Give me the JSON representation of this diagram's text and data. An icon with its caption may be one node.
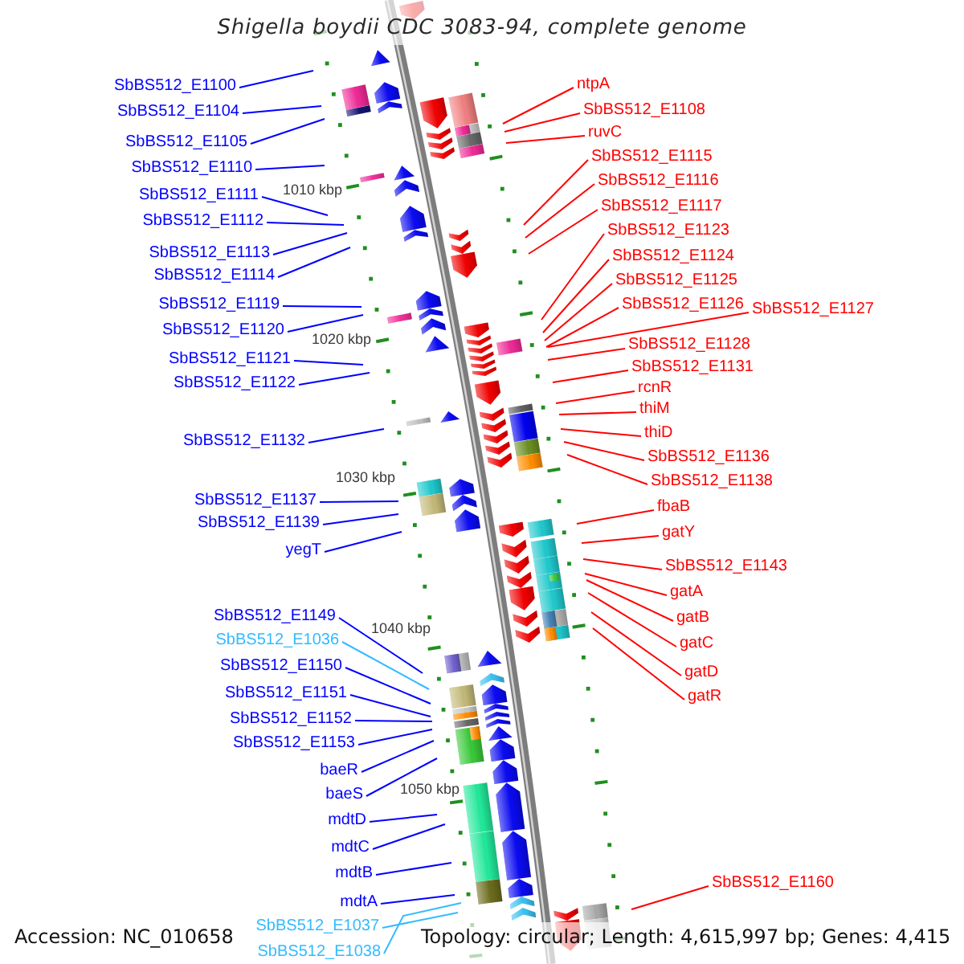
{
  "diagram": {
    "title": "Shigella boydii CDC 3083-94, complete genome",
    "nodes": [
      {
        "text": [
          "SbBS512_E1100"
        ]
      },
      {
        "text": [
          "SbBS512_E1104"
        ]
      },
      {
        "text": [
          "SbBS512_E1105"
        ]
      },
      {
        "text": [
          "SbBS512_E1110"
        ]
      },
      {
        "text": [
          "SbBS512_E1111"
        ]
      },
      {
        "text": [
          "SbBS512_E1112"
        ]
      },
      {
        "text": [
          "SbBS512_E1113"
        ]
      },
      {
        "text": [
          "SbBS512_E1114"
        ]
      },
      {
        "text": [
          "SbBS512_E1119"
        ]
      },
      {
        "text": [
          "SbBS512_E1120"
        ]
      },
      {
        "text": [
          "SbBS512_E1121"
        ]
      },
      {
        "text": [
          "SbBS512_E1122"
        ]
      },
      {
        "text": [
          "SbBS512_E1132"
        ]
      },
      {
        "text": [
          "SbBS512_E1137"
        ]
      },
      {
        "text": [
          "SbBS512_E1139"
        ]
      },
      {
        "text": [
          "yegT"
        ]
      },
      {
        "text": [
          "SbBS512_E1149"
        ]
      },
      {
        "text": [
          "SbBS512_E1036"
        ]
      },
      {
        "text": [
          "SbBS512_E1150"
        ]
      },
      {
        "text": [
          "SbBS512_E1151"
        ]
      },
      {
        "text": [
          "SbBS512_E1152"
        ]
      },
      {
        "text": [
          "SbBS512_E1153"
        ]
      },
      {
        "text": [
          "baeR"
        ]
      },
      {
        "text": [
          "baeS"
        ]
      },
      {
        "text": [
          "mdtD"
        ]
      },
      {
        "text": [
          "mdtC"
        ]
      },
      {
        "text": [
          "mdtB"
        ]
      },
      {
        "text": [
          "mdtA"
        ]
      },
      {
        "text": [
          "SbBS512_E1037"
        ]
      },
      {
        "text": [
          "SbBS512_E1038"
        ]
      },
      {
        "text": [
          "ntpA"
        ]
      },
      {
        "text": [
          "SbBS512_E1108"
        ]
      },
      {
        "text": [
          "ruvC"
        ]
      },
      {
        "text": [
          "SbBS512_E1115"
        ]
      },
      {
        "text": [
          "SbBS512_E1116"
        ]
      },
      {
        "text": [
          "SbBS512_E1117"
        ]
      },
      {
        "text": [
          "SbBS512_E1123"
        ]
      },
      {
        "text": [
          "SbBS512_E1124"
        ]
      },
      {
        "text": [
          "SbBS512_E1125"
        ]
      },
      {
        "text": [
          "SbBS512_E1126"
        ]
      },
      {
        "text": [
          "SbBS512_E1127"
        ]
      },
      {
        "text": [
          "SbBS512_E1128"
        ]
      },
      {
        "text": [
          "SbBS512_E1131"
        ]
      },
      {
        "text": [
          "rcnR"
        ]
      },
      {
        "text": [
          "thiM"
        ]
      },
      {
        "text": [
          "thiD"
        ]
      },
      {
        "text": [
          "SbBS512_E1136"
        ]
      },
      {
        "text": [
          "SbBS512_E1138"
        ]
      },
      {
        "text": [
          "fbaB"
        ]
      },
      {
        "text": [
          "gatY"
        ]
      },
      {
        "text": [
          "SbBS512_E1143"
        ]
      },
      {
        "text": [
          "gatA"
        ]
      },
      {
        "text": [
          "gatB"
        ]
      },
      {
        "text": [
          "gatC"
        ]
      },
      {
        "text": [
          "gatD"
        ]
      },
      {
        "text": [
          "gatR"
        ]
      },
      {
        "text": [
          "SbBS512_E1160"
        ]
      }
    ],
    "edges": [
      {
        "from": 0,
        "to": null,
        "arrow": "none"
      },
      {
        "from": 1,
        "to": null,
        "arrow": "none"
      },
      {
        "from": 2,
        "to": null,
        "arrow": "none"
      },
      {
        "from": 3,
        "to": null,
        "arrow": "none"
      },
      {
        "from": 4,
        "to": null,
        "arrow": "none"
      },
      {
        "from": 5,
        "to": null,
        "arrow": "none"
      },
      {
        "from": 6,
        "to": null,
        "arrow": "none"
      },
      {
        "from": 7,
        "to": null,
        "arrow": "none"
      },
      {
        "from": 8,
        "to": null,
        "arrow": "none"
      },
      {
        "from": 9,
        "to": null,
        "arrow": "none"
      },
      {
        "from": 10,
        "to": null,
        "arrow": "none"
      },
      {
        "from": 11,
        "to": null,
        "arrow": "none"
      },
      {
        "from": 12,
        "to": null,
        "arrow": "none"
      },
      {
        "from": 13,
        "to": null,
        "arrow": "none"
      },
      {
        "from": 14,
        "to": null,
        "arrow": "none"
      },
      {
        "from": 15,
        "to": null,
        "arrow": "none"
      },
      {
        "from": 16,
        "to": null,
        "arrow": "none"
      },
      {
        "from": 17,
        "to": null,
        "arrow": "none",
        "color": "#33bbff"
      },
      {
        "from": 18,
        "to": null,
        "arrow": "none"
      },
      {
        "from": 19,
        "to": null,
        "arrow": "none"
      },
      {
        "from": 20,
        "to": null,
        "arrow": "none"
      },
      {
        "from": 21,
        "to": null,
        "arrow": "none"
      },
      {
        "from": 22,
        "to": null,
        "arrow": "none"
      },
      {
        "from": 23,
        "to": null,
        "arrow": "none"
      },
      {
        "from": 24,
        "to": null,
        "arrow": "none"
      },
      {
        "from": 25,
        "to": null,
        "arrow": "none"
      },
      {
        "from": 26,
        "to": null,
        "arrow": "none"
      },
      {
        "from": 27,
        "to": null,
        "arrow": "none"
      },
      {
        "from": 28,
        "to": null,
        "arrow": "none",
        "color": "#33bbff"
      },
      {
        "from": 29,
        "to": null,
        "arrow": "none",
        "color": "#33bbff"
      },
      {
        "from": 30,
        "to": null,
        "arrow": "none",
        "color": "#ff0000"
      },
      {
        "from": 31,
        "to": null,
        "arrow": "none",
        "color": "#ff0000"
      },
      {
        "from": 32,
        "to": null,
        "arrow": "none",
        "color": "#ff0000"
      },
      {
        "from": 33,
        "to": null,
        "arrow": "none",
        "color": "#ff0000"
      },
      {
        "from": 34,
        "to": null,
        "arrow": "none",
        "color": "#ff0000"
      },
      {
        "from": 35,
        "to": null,
        "arrow": "none",
        "color": "#ff0000"
      },
      {
        "from": 36,
        "to": null,
        "arrow": "none",
        "color": "#ff0000"
      },
      {
        "from": 37,
        "to": null,
        "arrow": "none",
        "color": "#ff0000"
      },
      {
        "from": 38,
        "to": null,
        "arrow": "none",
        "color": "#ff0000"
      },
      {
        "from": 39,
        "to": null,
        "arrow": "none",
        "color": "#ff0000"
      },
      {
        "from": 40,
        "to": null,
        "arrow": "none",
        "color": "#ff0000"
      },
      {
        "from": 41,
        "to": null,
        "arrow": "none",
        "color": "#ff0000"
      },
      {
        "from": 42,
        "to": null,
        "arrow": "none",
        "color": "#ff0000"
      },
      {
        "from": 43,
        "to": null,
        "arrow": "none",
        "color": "#ff0000"
      },
      {
        "from": 44,
        "to": null,
        "arrow": "none",
        "color": "#ff0000"
      },
      {
        "from": 45,
        "to": null,
        "arrow": "none",
        "color": "#ff0000"
      },
      {
        "from": 46,
        "to": null,
        "arrow": "none",
        "color": "#ff0000"
      },
      {
        "from": 47,
        "to": null,
        "arrow": "none",
        "color": "#ff0000"
      },
      {
        "from": 48,
        "to": null,
        "arrow": "none",
        "color": "#ff0000"
      },
      {
        "from": 49,
        "to": null,
        "arrow": "none",
        "color": "#ff0000"
      },
      {
        "from": 50,
        "to": null,
        "arrow": "none",
        "color": "#ff0000"
      },
      {
        "from": 51,
        "to": null,
        "arrow": "none",
        "color": "#ff0000"
      },
      {
        "from": 52,
        "to": null,
        "arrow": "none",
        "color": "#ff0000"
      },
      {
        "from": 53,
        "to": null,
        "arrow": "none",
        "color": "#ff0000"
      },
      {
        "from": 54,
        "to": null,
        "arrow": "none",
        "color": "#ff0000"
      },
      {
        "from": 55,
        "to": null,
        "arrow": "none",
        "color": "#ff0000"
      },
      {
        "from": 56,
        "to": null,
        "arrow": "none",
        "color": "#ff0000"
      }
    ],
    "labels": [
      "1010 kbp",
      "1020 kbp",
      "1030 kbp",
      "1040 kbp",
      "1050 kbp",
      "Accession: NC_010658",
      "Topology: circular; Length: 4,615,997 bp; Genes: 4,415"
    ]
  }
}
